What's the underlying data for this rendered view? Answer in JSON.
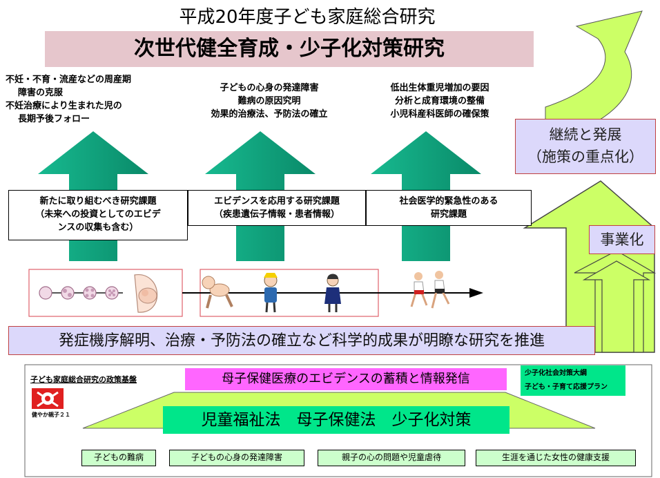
{
  "header": {
    "title": "平成20年度子ども家庭総合研究",
    "banner": "次世代健全育成・少子化対策研究"
  },
  "topics": [
    {
      "lines": [
        "不妊・不育・流産などの周産期",
        "障害の克服",
        "不妊治療により生まれた児の",
        "長期予後フォロー"
      ]
    },
    {
      "lines": [
        "子どもの心身の発達障害",
        "難病の原因究明",
        "効果的治療法、予防法の確立"
      ]
    },
    {
      "lines": [
        "低出生体重児増加の要因",
        "分析と成育環境の整備",
        "小児科産科医師の確保策"
      ]
    }
  ],
  "research_boxes": [
    {
      "lines": [
        "新たに取り組むべき研究課題",
        "（未来への投資としてのエビデ",
        "ンスの収集も含む）"
      ]
    },
    {
      "lines": [
        "エビデンスを応用する研究課題",
        "（疾患遺伝子情報・患者情報）"
      ]
    },
    {
      "lines": [
        "社会医学的緊急性のある",
        "研究課題"
      ]
    }
  ],
  "right": {
    "continue_lines": [
      "継続と発展",
      "（施策の重点化）"
    ],
    "business": "事業化"
  },
  "promotion": "発症機序解明、治療・予防法の確立など科学的成果が明瞭な研究を推進",
  "policy": {
    "base_label": "子ども家庭総合研究の政策基盤",
    "evidence": "母子保健医療のエビデンスの蓄積と情報発信",
    "outline_lines": [
      "少子化社会対策大綱",
      "子ども・子育て応援プラン"
    ],
    "logo_caption": "健やか親子２１",
    "laws": "児童福祉法　母子保健法　少子化対策"
  },
  "bottom_items": [
    "子どもの難病",
    "子どもの心身の発達障害",
    "親子の心の問題や児童虐待",
    "生涯を通じた女性の健康支援"
  ],
  "colors": {
    "teal_arrow": "#0f9e7a",
    "light_green": "#ccff66",
    "banner_pink": "#e6c6cc",
    "lavender": "#dcd8fb",
    "magenta": "#ff66ff",
    "green_box": "#00e68a",
    "mint": "#ccffcc"
  }
}
